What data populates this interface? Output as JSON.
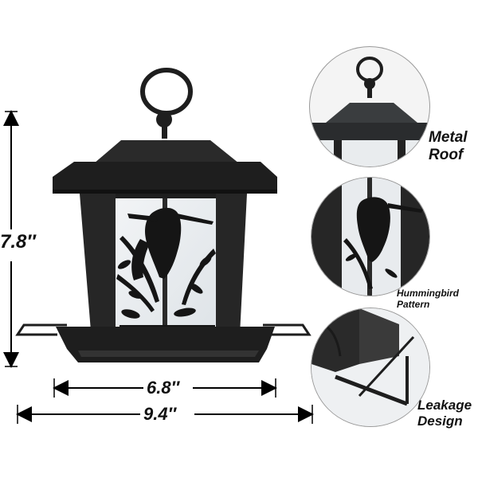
{
  "dimensions": {
    "height": "7.8″",
    "inner_width": "6.8″",
    "outer_width": "9.4″"
  },
  "callouts": [
    {
      "line1": "Metal",
      "line2": "Roof"
    },
    {
      "line1": "Hummingbird",
      "line2": "Pattern"
    },
    {
      "line1": "Leakage",
      "line2": "Design"
    }
  ],
  "colors": {
    "metal": "#1e1e1e",
    "metal_highlight": "#3a3a3a",
    "glass": "#e8ecef",
    "arrow": "#000000"
  }
}
